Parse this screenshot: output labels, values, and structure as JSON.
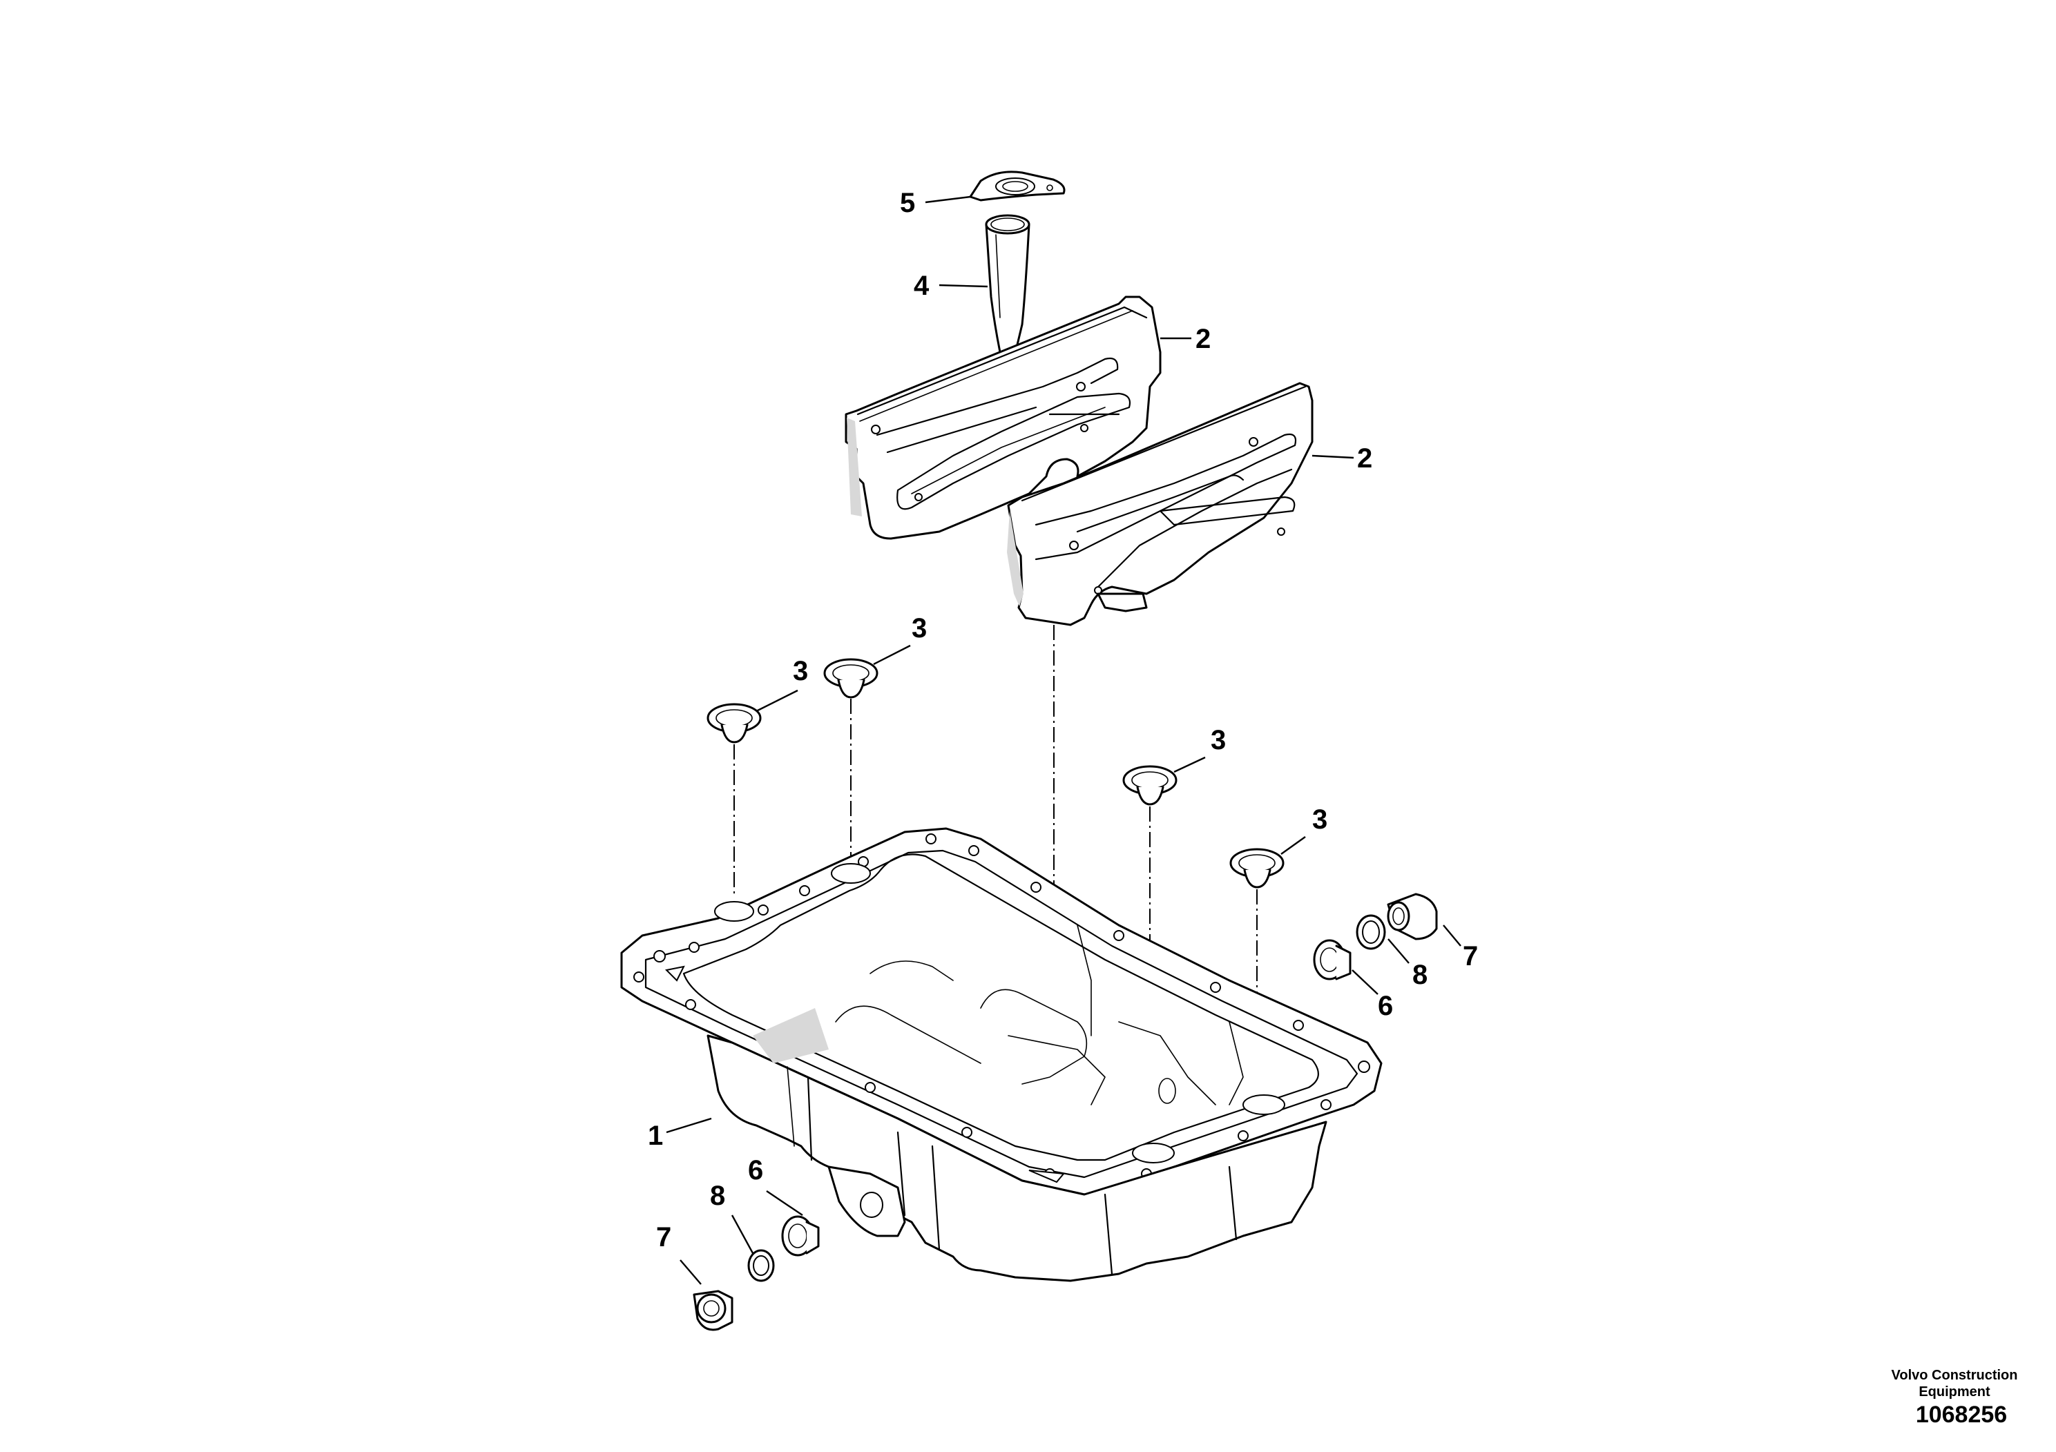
{
  "footer": {
    "brand_line1": "Volvo Construction",
    "brand_line2": "Equipment",
    "drawing_number": "1068256"
  },
  "callouts": {
    "c1": "1",
    "c2a": "2",
    "c2b": "2",
    "c3a": "3",
    "c3b": "3",
    "c3c": "3",
    "c3d": "3",
    "c4": "4",
    "c5": "5",
    "c6a": "6",
    "c6b": "6",
    "c7a": "7",
    "c7b": "7",
    "c8a": "8",
    "c8b": "8"
  }
}
